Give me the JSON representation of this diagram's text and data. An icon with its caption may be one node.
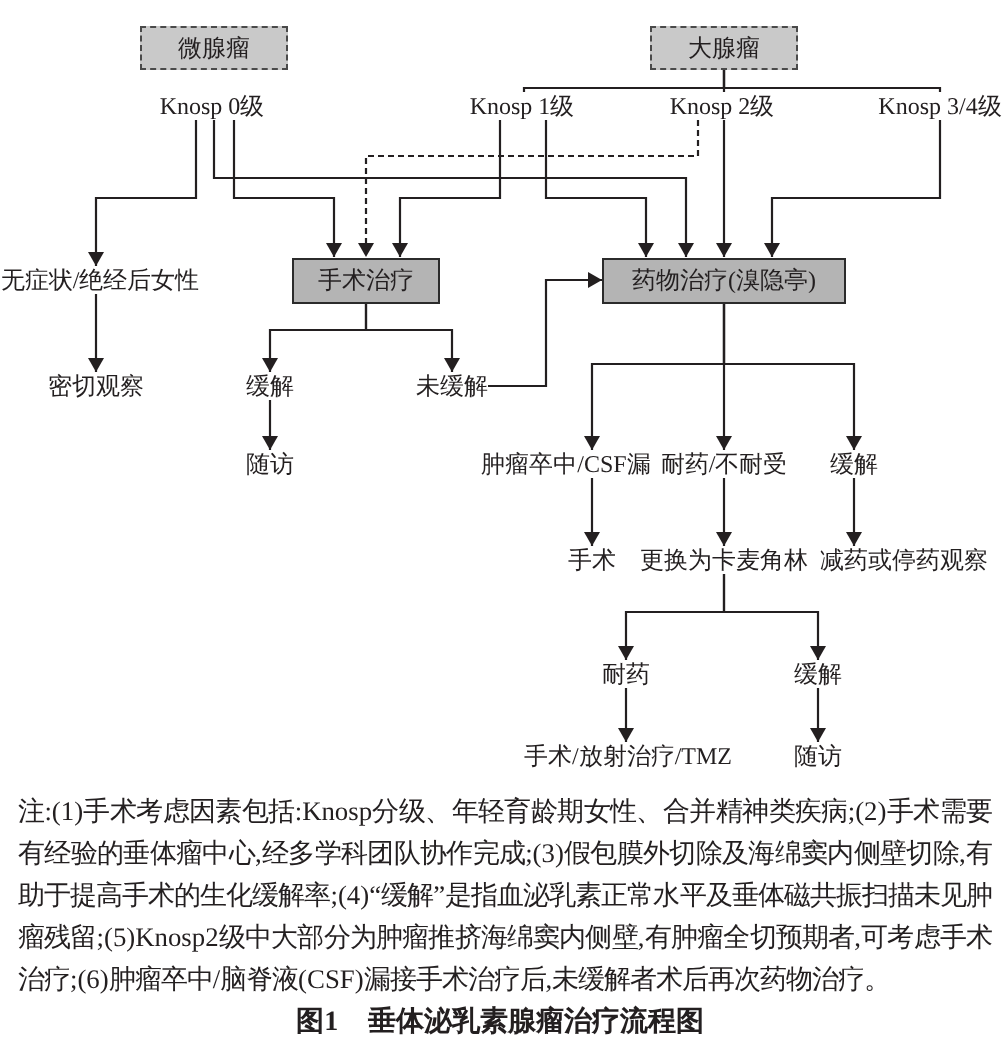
{
  "diagram": {
    "caption": "图1 垂体泌乳素腺瘤治疗流程图",
    "nodes": [
      {
        "text": [
          "微腺瘤"
        ]
      },
      {
        "text": [
          "大腺瘤"
        ]
      },
      {
        "text": [
          "Knosp 0级"
        ]
      },
      {
        "text": [
          "Knosp 1级"
        ]
      },
      {
        "text": [
          "Knosp 2级"
        ]
      },
      {
        "text": [
          "Knosp 3/4级"
        ]
      },
      {
        "text": [
          "无症状/绝经后女性"
        ]
      },
      {
        "text": [
          "手术治疗"
        ]
      },
      {
        "text": [
          "药物治疗(溴隐亭)"
        ]
      },
      {
        "text": [
          "密切观察"
        ]
      },
      {
        "text": [
          "缓解"
        ]
      },
      {
        "text": [
          "未缓解"
        ]
      },
      {
        "text": [
          "随访"
        ]
      },
      {
        "text": [
          "肿瘤卒中/CSF漏"
        ]
      },
      {
        "text": [
          "耐药/不耐受"
        ]
      },
      {
        "text": [
          "缓解"
        ]
      },
      {
        "text": [
          "手术"
        ]
      },
      {
        "text": [
          "更换为卡麦角林"
        ]
      },
      {
        "text": [
          "减药或停药观察"
        ]
      },
      {
        "text": [
          "耐药"
        ]
      },
      {
        "text": [
          "缓解"
        ]
      },
      {
        "text": [
          "手术/放射治疗/TMZ"
        ]
      },
      {
        "text": [
          "随访"
        ]
      }
    ],
    "edges": [
      {
        "from": 1,
        "to": 3,
        "arrow": "none"
      },
      {
        "from": 1,
        "to": 4,
        "arrow": "none"
      },
      {
        "from": 1,
        "to": 5,
        "arrow": "none"
      },
      {
        "from": 2,
        "to": 6,
        "arrow": "to"
      },
      {
        "from": 2,
        "to": 8,
        "arrow": "to"
      },
      {
        "from": 2,
        "to": 7,
        "arrow": "to"
      },
      {
        "from": 3,
        "to": 7,
        "arrow": "to"
      },
      {
        "from": 3,
        "to": 8,
        "arrow": "to"
      },
      {
        "from": 4,
        "to": 7,
        "arrow": "to",
        "style": "dashed"
      },
      {
        "from": 4,
        "to": 8,
        "arrow": "to"
      },
      {
        "from": 5,
        "to": 8,
        "arrow": "to"
      },
      {
        "from": 6,
        "to": 9,
        "arrow": "to"
      },
      {
        "from": 7,
        "to": 10,
        "arrow": "to"
      },
      {
        "from": 7,
        "to": 11,
        "arrow": "to"
      },
      {
        "from": 10,
        "to": 12,
        "arrow": "to"
      },
      {
        "from": 11,
        "to": 8,
        "arrow": "to"
      },
      {
        "from": 8,
        "to": 13,
        "arrow": "to"
      },
      {
        "from": 8,
        "to": 14,
        "arrow": "to"
      },
      {
        "from": 8,
        "to": 15,
        "arrow": "to"
      },
      {
        "from": 13,
        "to": 16,
        "arrow": "to"
      },
      {
        "from": 14,
        "to": 17,
        "arrow": "to"
      },
      {
        "from": 15,
        "to": 18,
        "arrow": "to"
      },
      {
        "from": 17,
        "to": 19,
        "arrow": "to"
      },
      {
        "from": 17,
        "to": 20,
        "arrow": "to"
      },
      {
        "from": 19,
        "to": 21,
        "arrow": "to"
      },
      {
        "from": 20,
        "to": 22,
        "arrow": "to"
      }
    ],
    "labels": [
      "注:(1)手术考虑因素包括:Knosp分级、年轻育龄期女性、合并精神类疾病;(2)手术需要有经验的垂体瘤中心,经多学科团队协作完成;(3)假包膜外切除及海绵窦内侧壁切除,有助于提高手术的生化缓解率;(4)“缓解”是指血泌乳素正常水平及垂体磁共振扫描未见肿瘤残留;(5)Knosp2级中大部分为肿瘤推挤海绵窦内侧壁,有肿瘤全切预期者,可考虑手术治疗;(6)肿瘤卒中/脑脊液(CSF)漏接手术治疗后,未缓解者术后再次药物治疗。"
    ]
  }
}
